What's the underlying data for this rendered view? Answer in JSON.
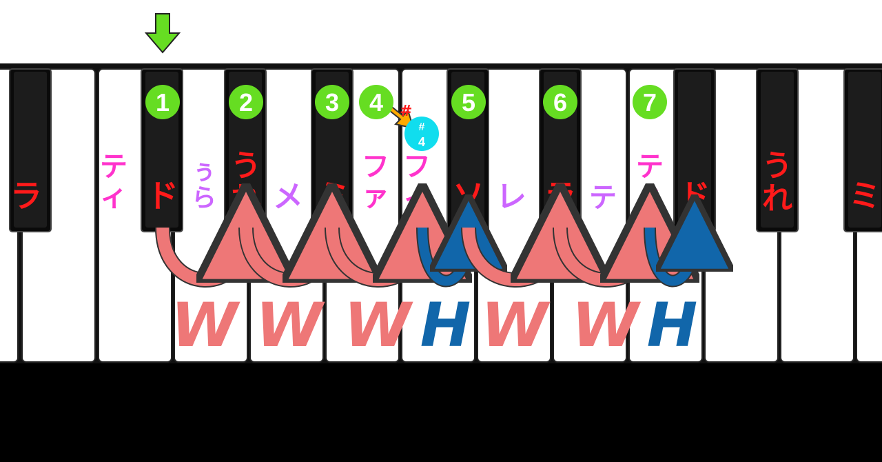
{
  "colors": {
    "red": "#ff1a1a",
    "magenta": "#ff33cc",
    "purple": "#cc66ff",
    "green": "#66dd22",
    "cyan": "#11ddee",
    "salmon": "#ee7777",
    "blue": "#1166aa",
    "orange": "#ffaa00"
  },
  "keyboard": {
    "white_key_count": 12,
    "black_keys_after_white_index": [
      0,
      2,
      3,
      5,
      6,
      7,
      9,
      10,
      11
    ]
  },
  "degrees": [
    "1",
    "2",
    "3",
    "4",
    "5",
    "6",
    "7"
  ],
  "sharp_badge": {
    "symbol": "#",
    "number": "4",
    "arrow_label": "#"
  },
  "steps": [
    "W",
    "W",
    "W",
    "H",
    "W",
    "W",
    "H"
  ],
  "solfege": {
    "la_left": "ラ",
    "ti_left": "テ\nィ",
    "do_1": "ド",
    "ra": "ぅ\nら",
    "re": "う\nれ",
    "me": "メ",
    "mi": "ミ",
    "fa": "フ\nァ",
    "fi": "フ\nィ",
    "so": "ソ",
    "le": "レ",
    "la": "ラ",
    "te": "テ",
    "ti": "テ\nィ",
    "do_2": "ド",
    "re_2": "う\nれ",
    "mi_2": "ミ"
  }
}
